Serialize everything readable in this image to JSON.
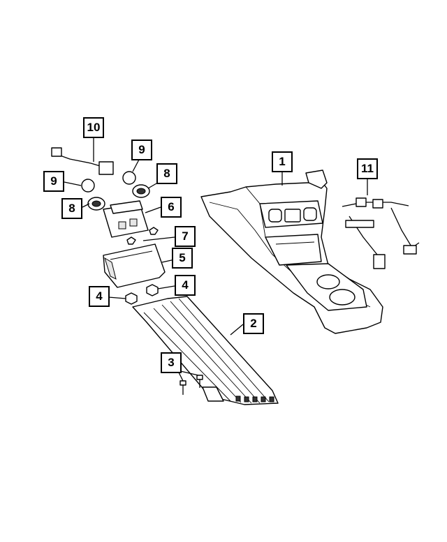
{
  "callouts": {
    "c1": "1",
    "c2": "2",
    "c3": "3",
    "c4a": "4",
    "c4b": "4",
    "c5": "5",
    "c6": "6",
    "c7": "7",
    "c8a": "8",
    "c8b": "8",
    "c9a": "9",
    "c9b": "9",
    "c10": "10",
    "c11": "11"
  }
}
